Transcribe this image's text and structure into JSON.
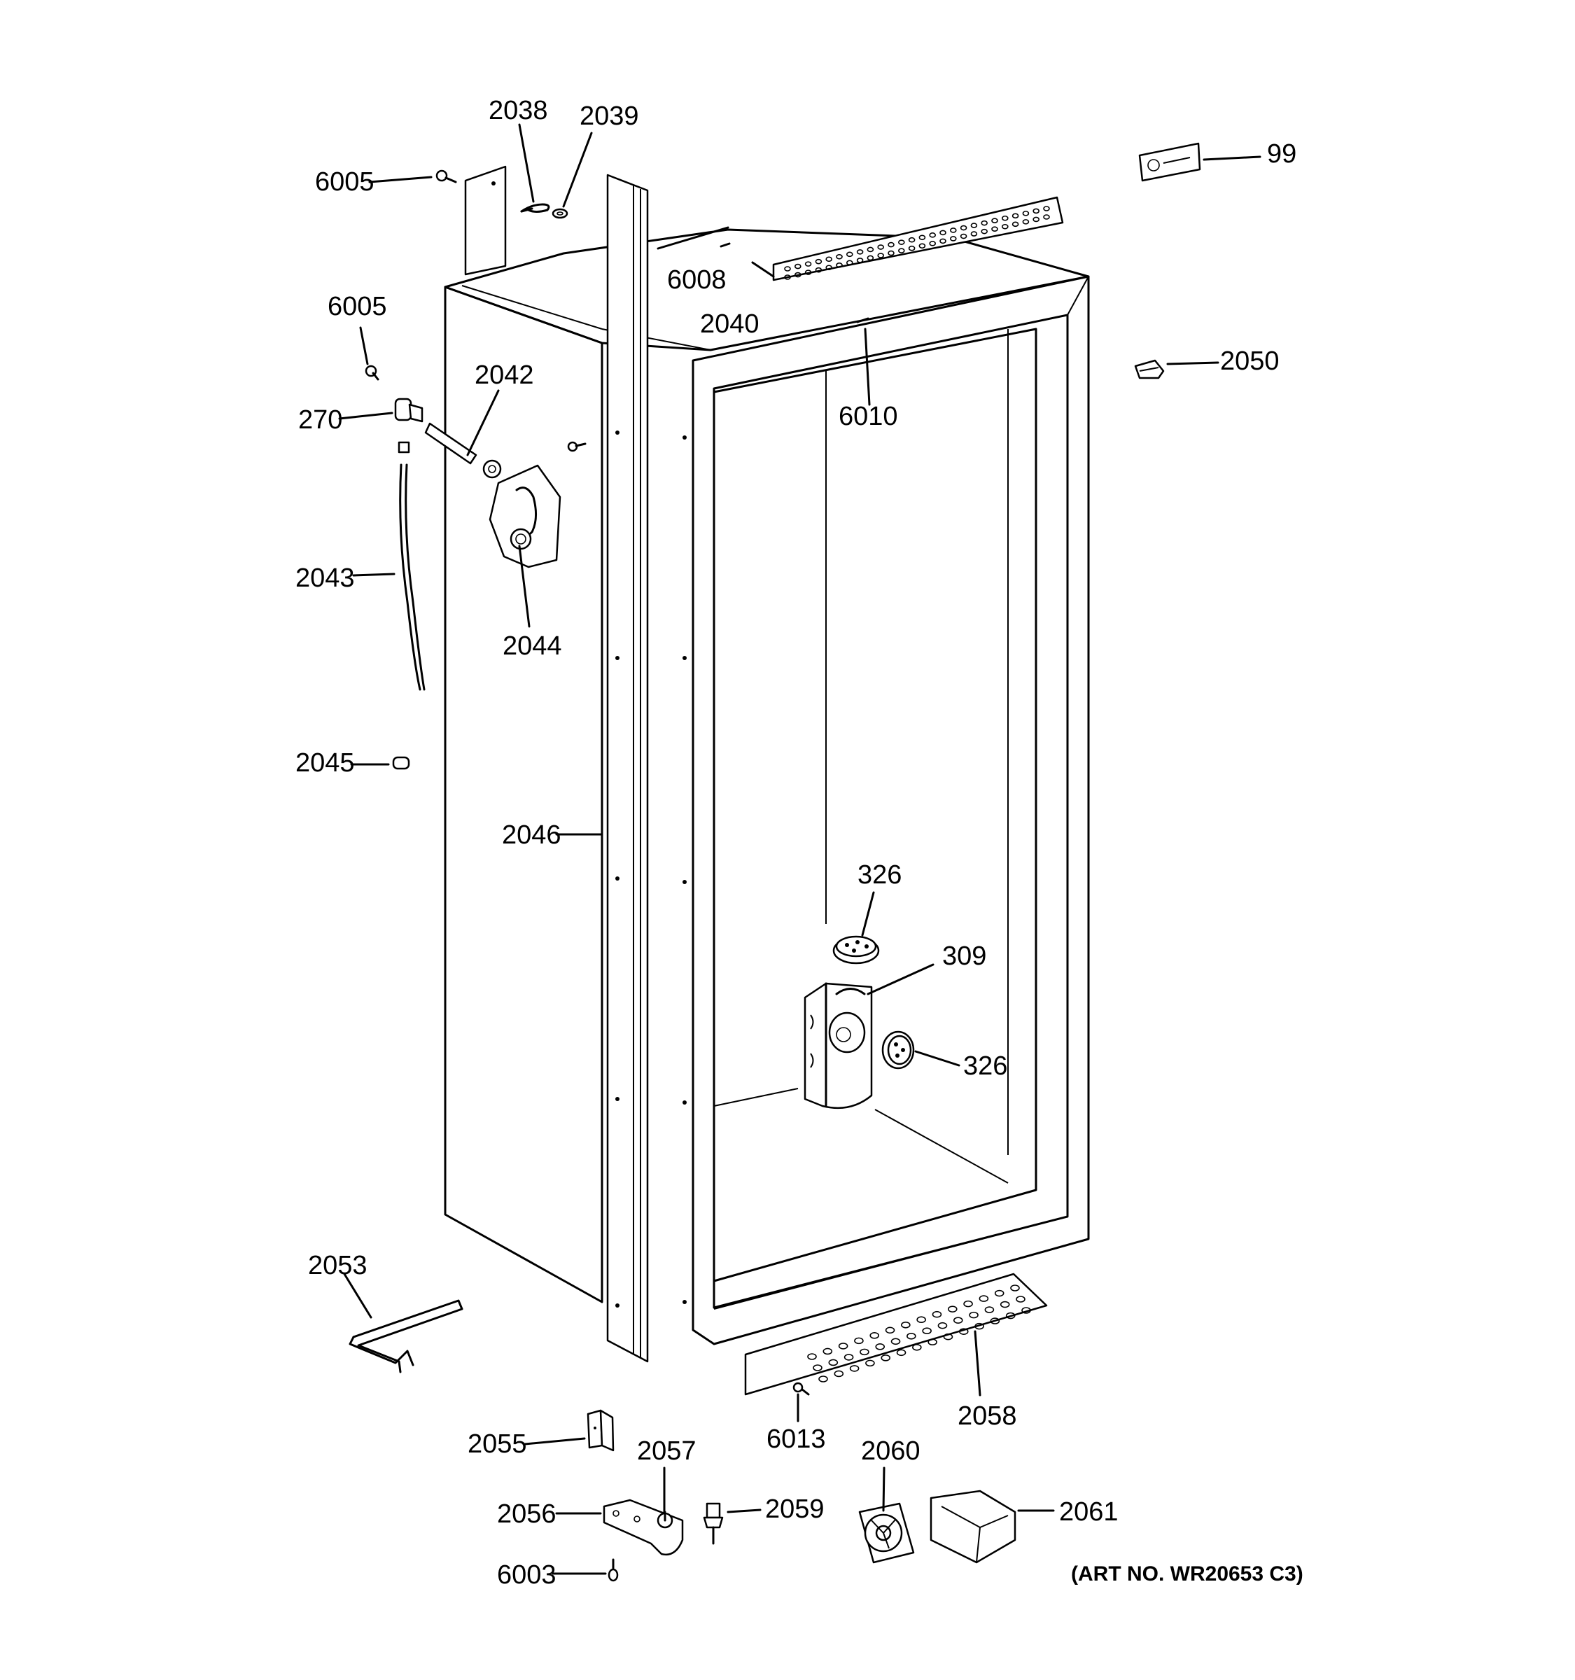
{
  "callouts": [
    {
      "id": "c2038",
      "label": "2038"
    },
    {
      "id": "c2039",
      "label": "2039"
    },
    {
      "id": "c6005a",
      "label": "6005"
    },
    {
      "id": "c6008",
      "label": "6008"
    },
    {
      "id": "c99",
      "label": "99"
    },
    {
      "id": "c2040",
      "label": "2040"
    },
    {
      "id": "c6005b",
      "label": "6005"
    },
    {
      "id": "c2042",
      "label": "2042"
    },
    {
      "id": "c2050",
      "label": "2050"
    },
    {
      "id": "c270",
      "label": "270"
    },
    {
      "id": "c6010",
      "label": "6010"
    },
    {
      "id": "c2043",
      "label": "2043"
    },
    {
      "id": "c2044",
      "label": "2044"
    },
    {
      "id": "c2045",
      "label": "2045"
    },
    {
      "id": "c2046",
      "label": "2046"
    },
    {
      "id": "c326a",
      "label": "326"
    },
    {
      "id": "c309",
      "label": "309"
    },
    {
      "id": "c326b",
      "label": "326"
    },
    {
      "id": "c2053",
      "label": "2053"
    },
    {
      "id": "c2058",
      "label": "2058"
    },
    {
      "id": "c2055",
      "label": "2055"
    },
    {
      "id": "c2057",
      "label": "2057"
    },
    {
      "id": "c6013",
      "label": "6013"
    },
    {
      "id": "c2060",
      "label": "2060"
    },
    {
      "id": "c2056",
      "label": "2056"
    },
    {
      "id": "c2059",
      "label": "2059"
    },
    {
      "id": "c2061",
      "label": "2061"
    },
    {
      "id": "c6003",
      "label": "6003"
    }
  ],
  "art_number": "(ART NO. WR20653 C3)"
}
